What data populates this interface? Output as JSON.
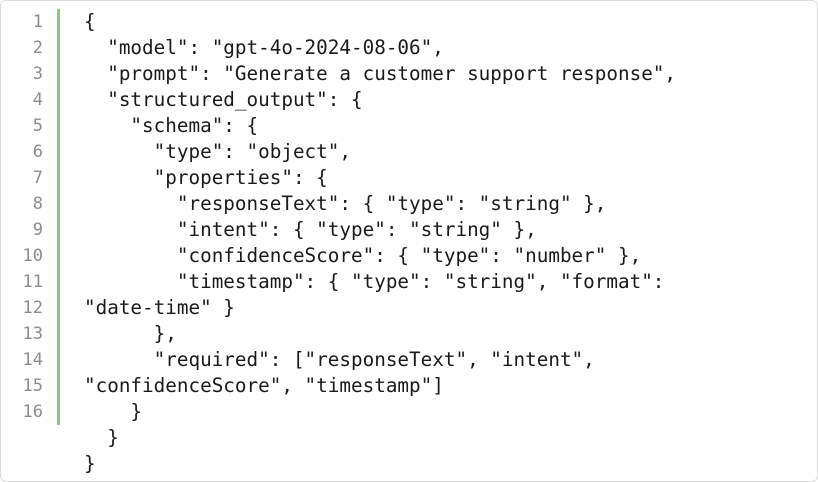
{
  "editor": {
    "line_numbers": [
      "1",
      "2",
      "3",
      "4",
      "5",
      "6",
      "7",
      "8",
      "9",
      "10",
      "11",
      "12",
      "13",
      "14",
      "15",
      "16"
    ],
    "lines": [
      "{",
      "  \"model\": \"gpt-4o-2024-08-06\",",
      "  \"prompt\": \"Generate a customer support response\",",
      "  \"structured_output\": {",
      "    \"schema\": {",
      "      \"type\": \"object\",",
      "      \"properties\": {",
      "        \"responseText\": { \"type\": \"string\" },",
      "        \"intent\": { \"type\": \"string\" },",
      "        \"confidenceScore\": { \"type\": \"number\" },",
      "        \"timestamp\": { \"type\": \"string\", \"format\":",
      "\"date-time\" }",
      "      },",
      "      \"required\": [\"responseText\", \"intent\",",
      "\"confidenceScore\", \"timestamp\"]",
      "    }",
      "  }",
      "}"
    ]
  },
  "colors": {
    "gutter_accent": "#7dd07a",
    "line_number": "#8c8c8c",
    "code_text": "#1a1a1a"
  }
}
